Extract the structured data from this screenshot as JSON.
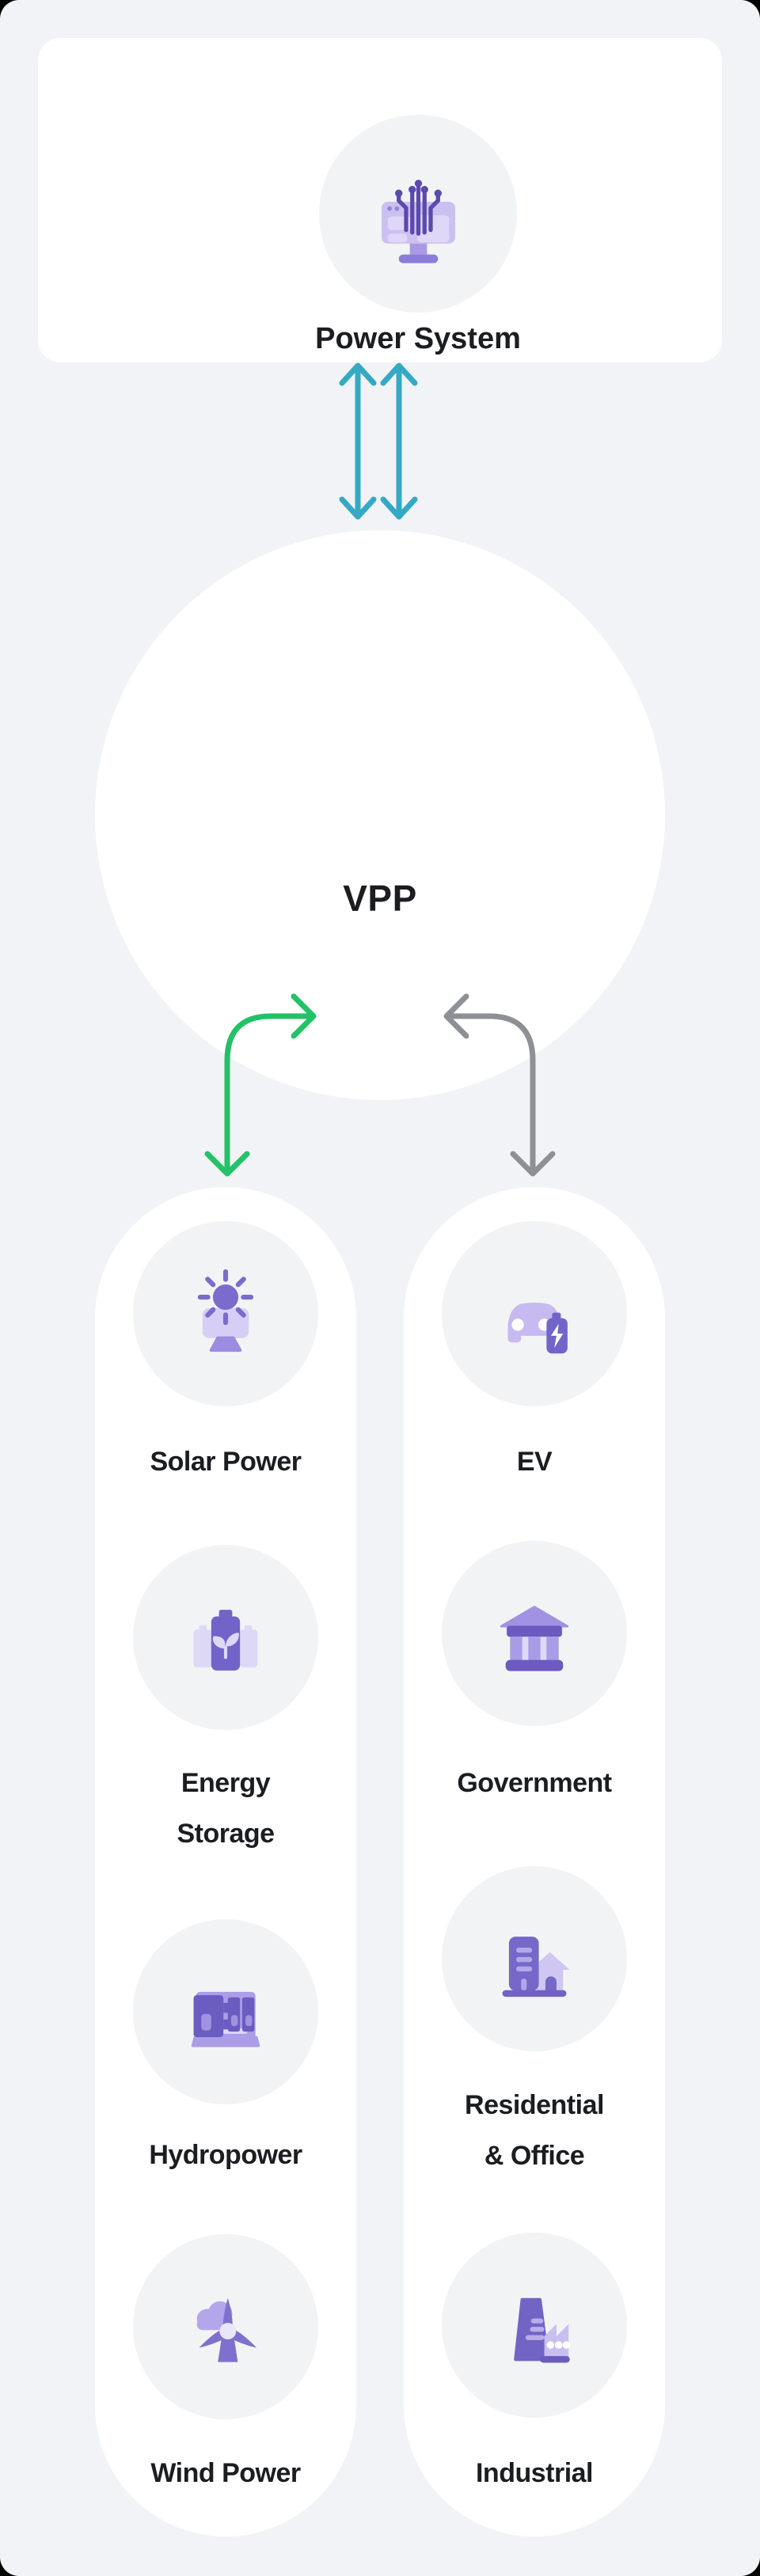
{
  "diagram": {
    "top_node": {
      "label": "Power System",
      "icon": "circuit-monitor-icon"
    },
    "hub_node": {
      "label": "VPP"
    },
    "connections": {
      "grid_link": {
        "type": "double-vertical-arrow",
        "color": "#35a9c4"
      },
      "supply_link": {
        "type": "elbow-arrow",
        "color": "#23c168"
      },
      "demand_link": {
        "type": "elbow-arrow",
        "color": "#8d9196"
      }
    },
    "left_column": {
      "items": [
        {
          "label": [
            "Solar Power"
          ],
          "icon": "solar-power-icon"
        },
        {
          "label": [
            "Energy",
            "Storage"
          ],
          "icon": "energy-storage-icon"
        },
        {
          "label": [
            "Hydropower"
          ],
          "icon": "hydropower-icon"
        },
        {
          "label": [
            "Wind Power"
          ],
          "icon": "wind-power-icon"
        }
      ]
    },
    "right_column": {
      "items": [
        {
          "label": [
            "EV"
          ],
          "icon": "ev-charging-icon"
        },
        {
          "label": [
            "Government"
          ],
          "icon": "government-building-icon"
        },
        {
          "label": [
            "Residential",
            "& Office"
          ],
          "icon": "residential-office-icon"
        },
        {
          "label": [
            "Industrial"
          ],
          "icon": "industrial-factory-icon"
        }
      ]
    },
    "colors": {
      "background": "#f1f3f6",
      "surface": "#ffffff",
      "icon_circle": "#f2f3f5",
      "text": "#1b1d21",
      "teal_arrow": "#35a9c4",
      "green_arrow": "#23c168",
      "gray_arrow": "#8d9196",
      "purple_dark": "#5b49ae",
      "purple": "#7163c8",
      "purple_mid": "#a092df",
      "purple_light": "#cfc5f1"
    }
  }
}
